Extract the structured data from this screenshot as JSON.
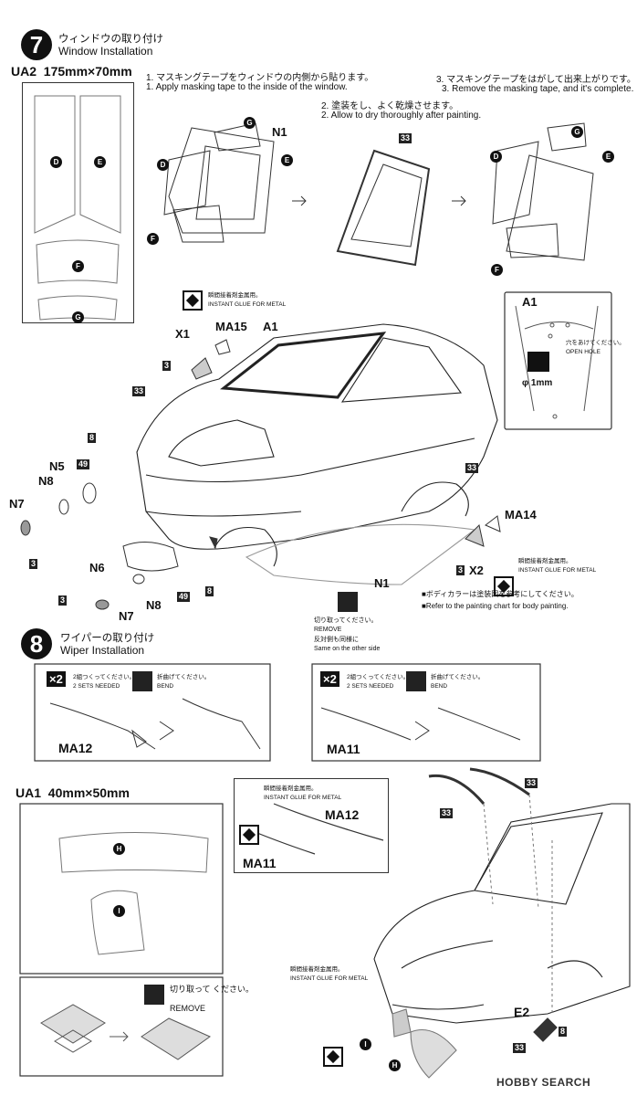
{
  "step7": {
    "number": "7",
    "title_jp": "ウィンドウの取り付け",
    "title_en": "Window Installation",
    "sheet_label": "UA2",
    "sheet_size": "175mm×70mm",
    "parts": [
      "D",
      "E",
      "F",
      "G"
    ],
    "instr1_jp": "1. マスキングテープをウィンドウの内側から貼ります。",
    "instr1_en": "1. Apply masking tape to the inside of the window.",
    "instr2_jp": "2. 塗装をし、よく乾燥させます。",
    "instr2_en": "2. Allow to dry thoroughly after painting.",
    "instr3_jp": "3. マスキングテープをはがして出来上がりです。",
    "instr3_en": "3. Remove the masking tape, and it's complete.",
    "n1": "N1",
    "c33": "33",
    "a1": "A1",
    "x1": "X1",
    "ma15": "MA15",
    "ma14": "MA14",
    "x2": "X2",
    "n5": "N5",
    "n6": "N6",
    "n7": "N7",
    "n8": "N8",
    "c3": "3",
    "c8": "8",
    "c49": "49",
    "glue_jp": "瞬間接着剤金属用。",
    "glue_en": "INSTANT GLUE FOR METAL",
    "hole_jp": "穴をあけてください。",
    "hole_en": "OPEN HOLE",
    "hole_size": "φ 1mm",
    "remove_jp": "切り取ってください。",
    "remove_en": "REMOVE",
    "same_jp": "反対側も同様に",
    "same_en": "Same on the other side",
    "paint_jp": "■ボディカラーは塗装図を参考にしてください。",
    "paint_en": "■Refer to the painting chart for body painting."
  },
  "step8": {
    "number": "8",
    "title_jp": "ワイパーの取り付け",
    "title_en": "Wiper Installation",
    "x2": "×2",
    "sets_jp": "2組つくってください。",
    "sets_en": "2 SETS NEEDED",
    "bend_jp": "折曲げてください。",
    "bend_en": "BEND",
    "ma12": "MA12",
    "ma11": "MA11",
    "sheet_label": "UA1",
    "sheet_size": "40mm×50mm",
    "part_h": "H",
    "part_i": "I",
    "remove_jp": "切り取って ください。",
    "remove_en": "REMOVE",
    "glue_jp": "瞬間接着剤金属用。",
    "glue_en": "INSTANT GLUE FOR METAL",
    "e2": "E2",
    "c33": "33",
    "c8": "8"
  },
  "watermark": "HOBBY SEARCH"
}
